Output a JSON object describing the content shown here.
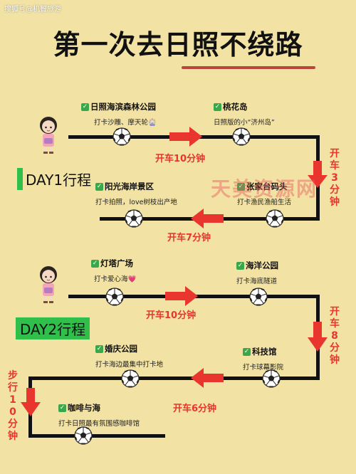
{
  "watermark_top": "搜狐号@机智旅游",
  "title": "第一次去日照不绕路",
  "big_watermark": "天美资源网",
  "day1": {
    "label": "DAY1行程",
    "stops": [
      {
        "name": "日照海滨森林公园",
        "desc": "打卡沙雕、摩天轮🎡"
      },
      {
        "name": "桃花岛",
        "desc": "日照版的小“济州岛”"
      },
      {
        "name": "张家台码头",
        "desc": "打卡渔民渔船生活"
      },
      {
        "name": "阳光海岸景区",
        "desc": "打卡拍照，love树枝出产地"
      }
    ],
    "drives": [
      "开车10分钟",
      "开车3分钟",
      "开车7分钟"
    ]
  },
  "day2": {
    "label": "DAY2行程",
    "stops": [
      {
        "name": "灯塔广场",
        "desc": "打卡爱心海💗"
      },
      {
        "name": "海洋公园",
        "desc": "打卡海底隧道"
      },
      {
        "name": "科技馆",
        "desc": "打卡球幕影院"
      },
      {
        "name": "婚庆公园",
        "desc": "打卡海边最集中打卡地"
      },
      {
        "name": "咖啡与海",
        "desc": "打卡日照最有氛围感咖啡馆"
      }
    ],
    "drives": [
      "开车10分钟",
      "开车8分钟",
      "开车6分钟",
      "步行10分钟"
    ]
  },
  "colors": {
    "background": "#f2e2a4",
    "road": "#111111",
    "arrow": "#e8352e",
    "check": "#3aa84a",
    "day_label_bg": "#2fbf4a"
  }
}
